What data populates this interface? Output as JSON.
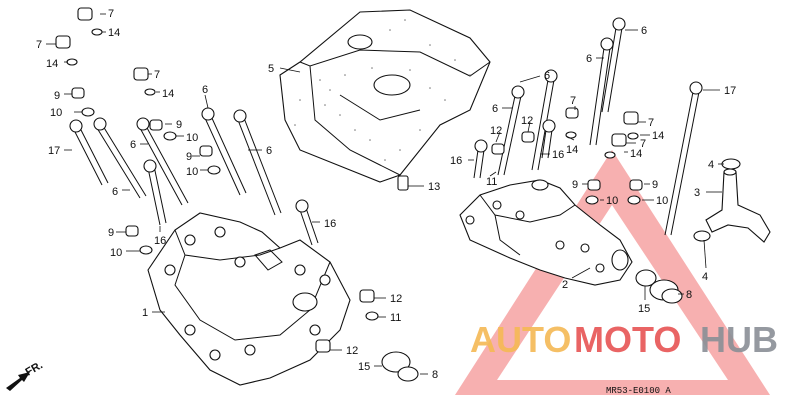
{
  "callouts": [
    {
      "id": "c7a",
      "text": "7"
    },
    {
      "id": "c14a",
      "text": "14"
    },
    {
      "id": "c7b",
      "text": "7"
    },
    {
      "id": "c14b",
      "text": "14"
    },
    {
      "id": "c7c",
      "text": "7"
    },
    {
      "id": "c14c",
      "text": "14"
    },
    {
      "id": "c9a",
      "text": "9"
    },
    {
      "id": "c10a",
      "text": "10"
    },
    {
      "id": "c17a",
      "text": "17"
    },
    {
      "id": "c6a",
      "text": "6"
    },
    {
      "id": "c9b",
      "text": "9"
    },
    {
      "id": "c6b",
      "text": "6"
    },
    {
      "id": "c10b",
      "text": "10"
    },
    {
      "id": "c9c",
      "text": "9"
    },
    {
      "id": "c10c",
      "text": "10"
    },
    {
      "id": "c6c",
      "text": "6"
    },
    {
      "id": "c6d",
      "text": "6"
    },
    {
      "id": "c16a",
      "text": "16"
    },
    {
      "id": "c9d",
      "text": "9"
    },
    {
      "id": "c10d",
      "text": "10"
    },
    {
      "id": "c16b",
      "text": "16"
    },
    {
      "id": "c1",
      "text": "1"
    },
    {
      "id": "c12a",
      "text": "12"
    },
    {
      "id": "c11a",
      "text": "11"
    },
    {
      "id": "c12b",
      "text": "12"
    },
    {
      "id": "c15a",
      "text": "15"
    },
    {
      "id": "c8a",
      "text": "8"
    },
    {
      "id": "c5",
      "text": "5"
    },
    {
      "id": "c13",
      "text": "13"
    },
    {
      "id": "c6e",
      "text": "6"
    },
    {
      "id": "c6f",
      "text": "6"
    },
    {
      "id": "c6g",
      "text": "6"
    },
    {
      "id": "c6h",
      "text": "6"
    },
    {
      "id": "c7d",
      "text": "7"
    },
    {
      "id": "c12c",
      "text": "12"
    },
    {
      "id": "c12d",
      "text": "12"
    },
    {
      "id": "c14d",
      "text": "14"
    },
    {
      "id": "c16c",
      "text": "16"
    },
    {
      "id": "c16d",
      "text": "16"
    },
    {
      "id": "c11b",
      "text": "11"
    },
    {
      "id": "c7e",
      "text": "7"
    },
    {
      "id": "c14e",
      "text": "14"
    },
    {
      "id": "c14f",
      "text": "14"
    },
    {
      "id": "c7f",
      "text": "7"
    },
    {
      "id": "c17b",
      "text": "17"
    },
    {
      "id": "c4a",
      "text": "4"
    },
    {
      "id": "c3",
      "text": "3"
    },
    {
      "id": "c4b",
      "text": "4"
    },
    {
      "id": "c9e",
      "text": "9"
    },
    {
      "id": "c10e",
      "text": "10"
    },
    {
      "id": "c9f",
      "text": "9"
    },
    {
      "id": "c10f",
      "text": "10"
    },
    {
      "id": "c2",
      "text": "2"
    },
    {
      "id": "c8b",
      "text": "8"
    },
    {
      "id": "c15b",
      "text": "15"
    }
  ],
  "direction_label": "FR.",
  "drawing_code": "MR53-E0100 A",
  "watermark": {
    "part1": "AUTO",
    "part2": "MOTO",
    "part3": "HUB"
  },
  "colors": {
    "line": "#111111",
    "watermark_red": "#e64a4a",
    "watermark_orange": "#f5b955",
    "watermark_gray": "#8a8f96"
  }
}
